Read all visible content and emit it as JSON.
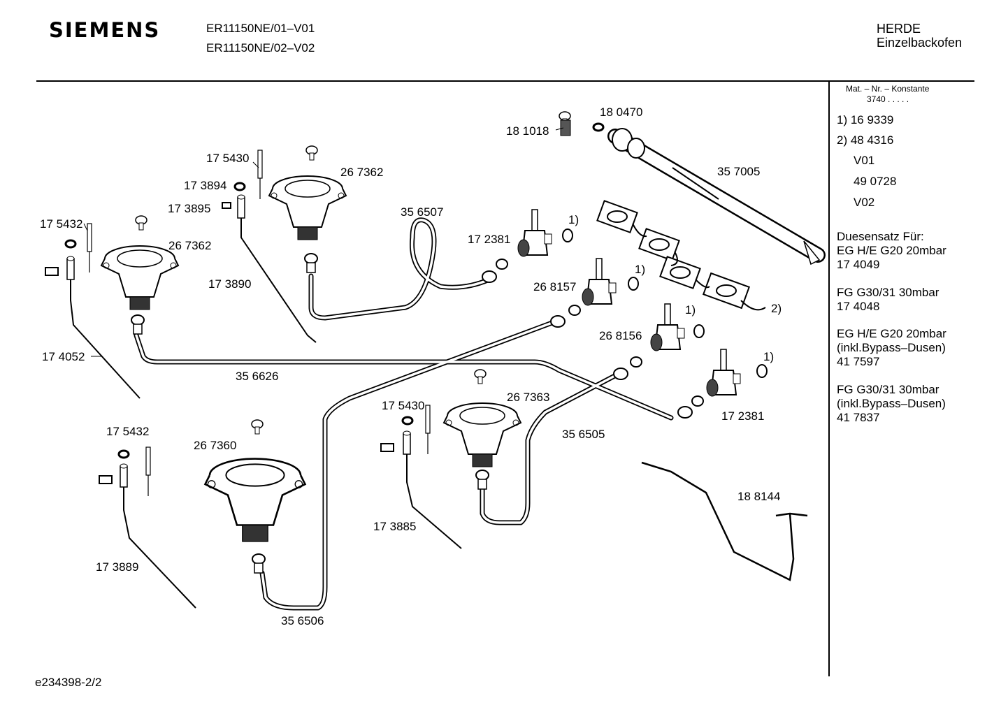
{
  "header": {
    "brand": "SIEMENS",
    "model_1": "ER11150NE/01–V01",
    "model_2": "ER11150NE/02–V02",
    "category_1": "HERDE",
    "category_2": "Einzelbackofen"
  },
  "sidebar": {
    "mat_header": "Mat. – Nr. – Konstante",
    "mat_value": "3740  .  .  .  .  .",
    "items": [
      "1) 16 9339",
      "2) 48 4316",
      "V01",
      "49 0728",
      "V02"
    ],
    "nozzle_sets": [
      {
        "line1": "Duesensatz Für:",
        "line2": "EG H/E G20 20mbar",
        "line3": "17 4049"
      },
      {
        "line1": "FG G30/31 30mbar",
        "line2": "17 4048"
      },
      {
        "line1": "EG H/E G20 20mbar",
        "line2": "(inkl.Bypass–Dusen)",
        "line3": "41 7597"
      },
      {
        "line1": "FG G30/31 30mbar",
        "line2": "(inkl.Bypass–Dusen)",
        "line3": "41 7837"
      }
    ]
  },
  "parts": {
    "p181018": "18 1018",
    "p180470": "18 0470",
    "p357005": "35 7005",
    "p175430a": "17 5430",
    "p267362a": "26 7362",
    "p173894": "17 3894",
    "p173895": "17 3895",
    "p175432a": "17 5432",
    "p267362b": "26 7362",
    "p356507": "35 6507",
    "p172381a": "17 2381",
    "ref1a": "1)",
    "p173890": "17 3890",
    "p268157": "26 8157",
    "ref1b": "1)",
    "ref2": "2)",
    "ref1c": "1)",
    "p268156": "26 8156",
    "ref1d": "1)",
    "p174052": "17 4052",
    "p356626": "35 6626",
    "p172381b": "17 2381",
    "p267363": "26 7363",
    "p175430b": "17 5430",
    "p175432b": "17 5432",
    "p267360": "26 7360",
    "p356505": "35 6505",
    "p188144": "18 8144",
    "p173885": "17 3885",
    "p173889": "17 3889",
    "p356506": "35 6506"
  },
  "footer": {
    "doc_id": "e234398-2/2"
  }
}
